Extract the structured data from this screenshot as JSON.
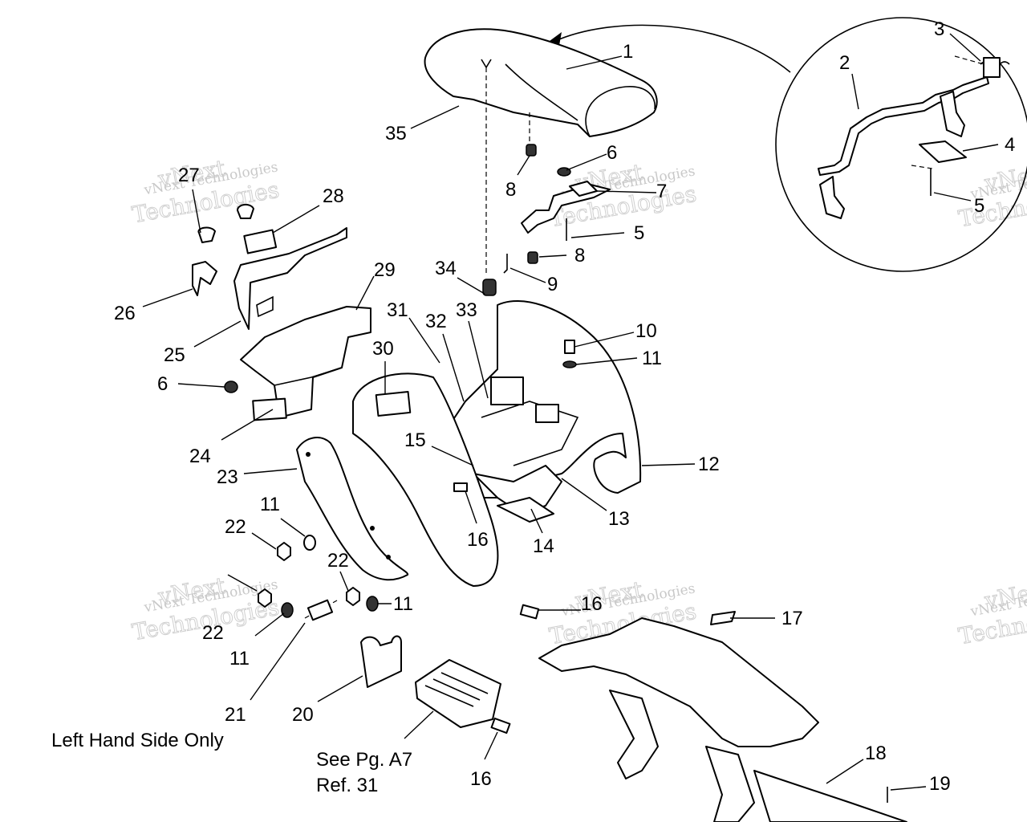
{
  "callouts": {
    "c1": "1",
    "c2": "2",
    "c3": "3",
    "c4": "4",
    "c5a": "5",
    "c5b": "5",
    "c6a": "6",
    "c6b": "6",
    "c7": "7",
    "c8a": "8",
    "c8b": "8",
    "c9": "9",
    "c10": "10",
    "c11a": "11",
    "c11b": "11",
    "c11c": "11",
    "c11d": "11",
    "c12": "12",
    "c13": "13",
    "c14": "14",
    "c15": "15",
    "c16a": "16",
    "c16b": "16",
    "c16c": "16",
    "c17": "17",
    "c18": "18",
    "c19": "19",
    "c20": "20",
    "c21": "21",
    "c22a": "22",
    "c22b": "22",
    "c22c": "22",
    "c23": "23",
    "c24": "24",
    "c25": "25",
    "c26": "26",
    "c27": "27",
    "c28": "28",
    "c29": "29",
    "c30": "30",
    "c31": "31",
    "c32": "32",
    "c33": "33",
    "c34": "34",
    "c35": "35"
  },
  "notes": {
    "left_hand_side": "Left Hand Side Only",
    "see_page_line1": "See Pg. A7",
    "see_page_line2": "Ref. 31"
  },
  "watermark": {
    "line1": "vNext Technologies",
    "line2": "vNext",
    "line3": "Technologies"
  },
  "colors": {
    "line": "#000000",
    "watermark": "#c9c9c9",
    "background": "#ffffff"
  }
}
